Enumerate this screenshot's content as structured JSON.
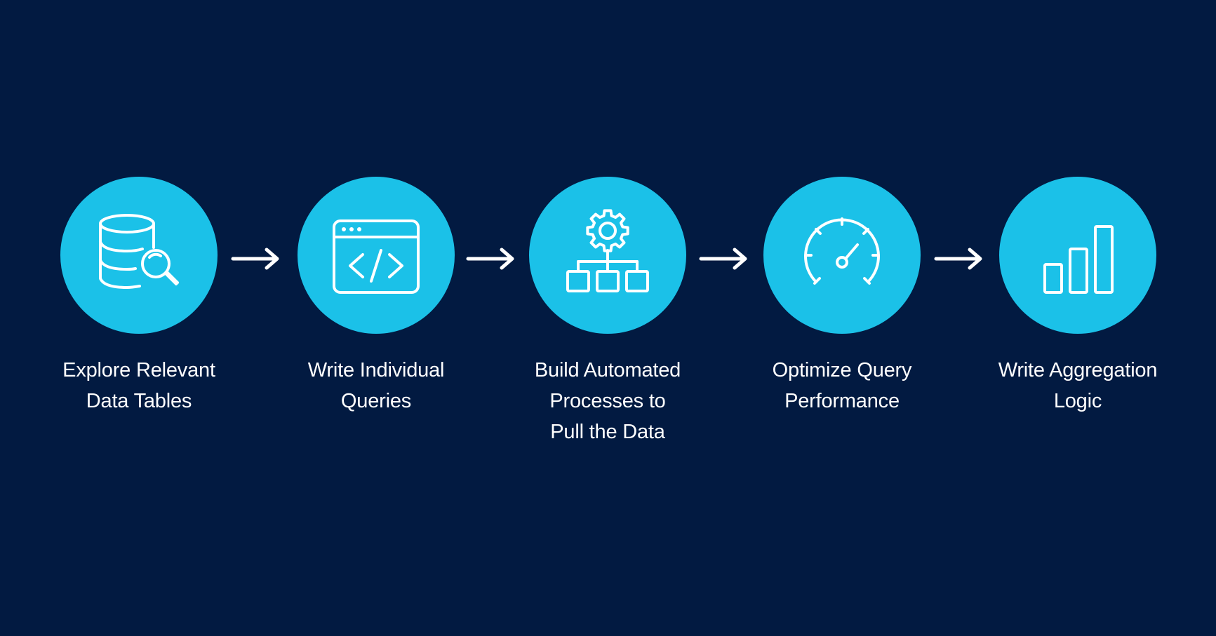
{
  "colors": {
    "background": "#021a41",
    "circle": "#1bc1e8",
    "icon": "#ffffff",
    "text": "#ffffff"
  },
  "steps": [
    {
      "icon": "database-search-icon",
      "label_lines": [
        "Explore Relevant",
        "Data Tables"
      ]
    },
    {
      "icon": "code-window-icon",
      "label_lines": [
        "Write Individual",
        "Queries"
      ]
    },
    {
      "icon": "gear-hierarchy-icon",
      "label_lines": [
        "Build Automated",
        "Processes to",
        "Pull the Data"
      ]
    },
    {
      "icon": "speedometer-icon",
      "label_lines": [
        "Optimize Query",
        "Performance"
      ]
    },
    {
      "icon": "bar-chart-icon",
      "label_lines": [
        "Write Aggregation",
        "Logic"
      ]
    }
  ],
  "connectors": [
    {
      "icon": "arrow-right-icon"
    },
    {
      "icon": "arrow-right-icon"
    },
    {
      "icon": "arrow-right-icon"
    },
    {
      "icon": "arrow-right-icon"
    }
  ]
}
